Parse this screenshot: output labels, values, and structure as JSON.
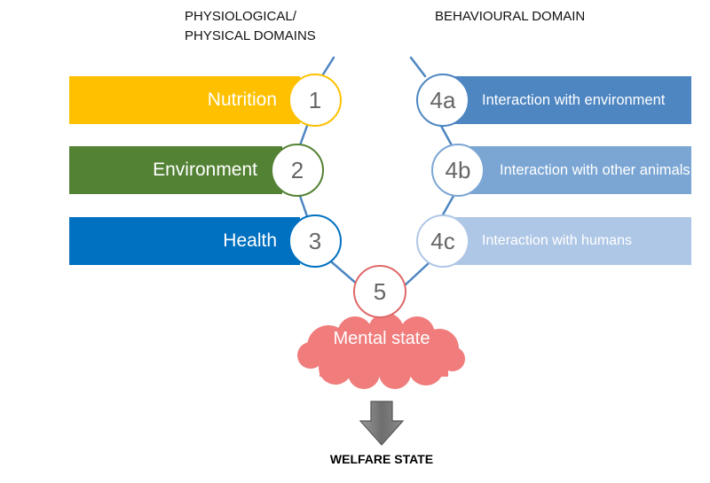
{
  "headers": {
    "left": "PHYSIOLOGICAL/ PHYSICAL DOMAINS",
    "right": "BEHAVIOURAL DOMAIN"
  },
  "domains": [
    {
      "number": "1",
      "label": "Nutrition",
      "color": "#FFC000"
    },
    {
      "number": "2",
      "label": "Environment",
      "color": "#548235"
    },
    {
      "number": "3",
      "label": "Health",
      "color": "#0070C0"
    },
    {
      "number": "4a",
      "label": "Interaction with environment",
      "color": "#4E86C2"
    },
    {
      "number": "4b",
      "label": "Interaction with other animals",
      "color": "#7BA6D4"
    },
    {
      "number": "4c",
      "label": "Interaction with humans",
      "color": "#AFC7E6"
    },
    {
      "number": "5",
      "label": "Mental state",
      "color": "#F07C7C"
    }
  ],
  "outcome": "WELFARE STATE"
}
